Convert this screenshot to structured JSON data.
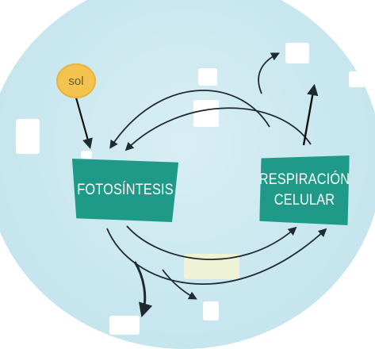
{
  "diagram": {
    "sun_label": "sol",
    "photosynthesis_label": "FOTOSÍNTESIS",
    "respiration_label_line1": "RESPIRACIÓN",
    "respiration_label_line2": "CELULAR"
  },
  "colors": {
    "box": "#1f9a88",
    "sun": "#f4c24f",
    "arrow": "#1f2a30",
    "background": "#c9e7ef"
  }
}
